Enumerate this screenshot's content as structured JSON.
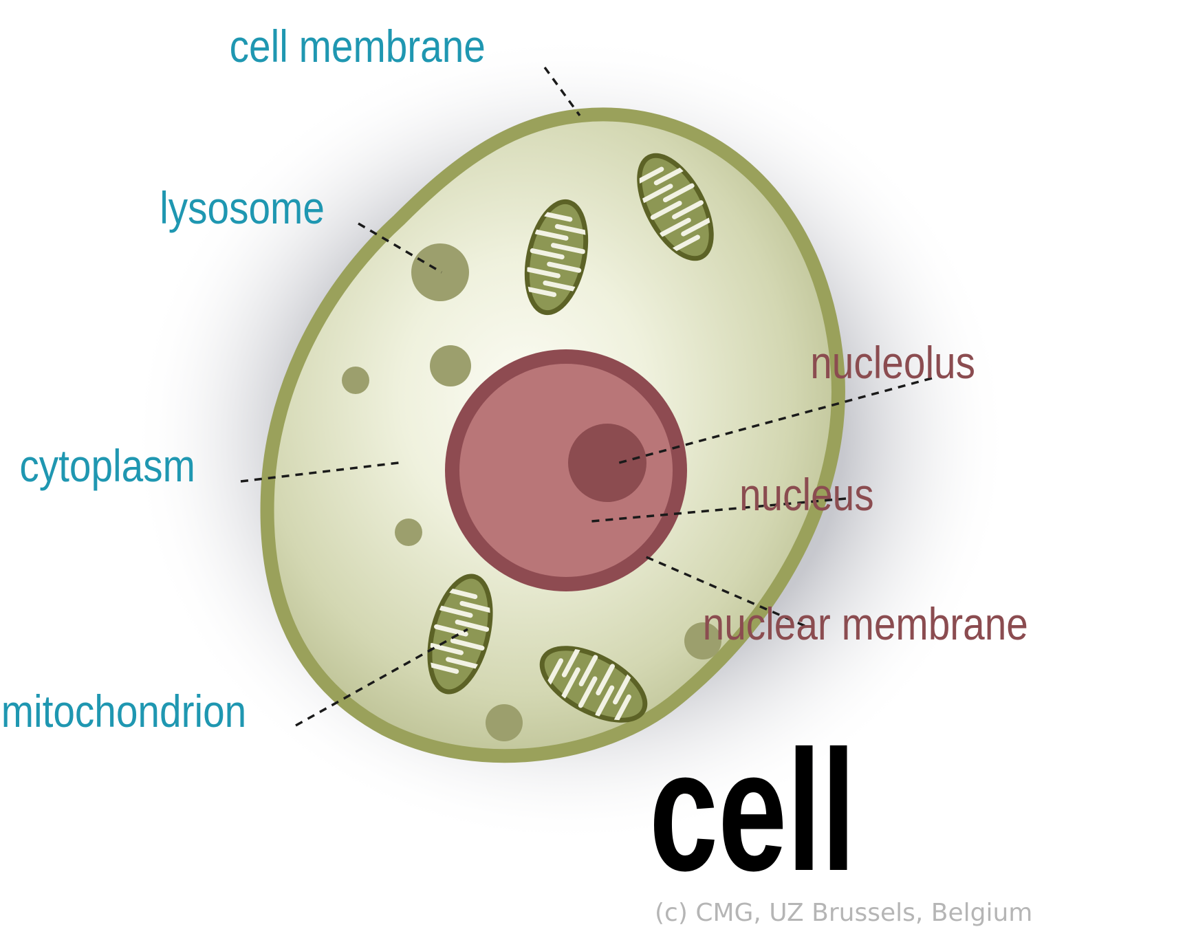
{
  "labels": {
    "cell_membrane": "cell membrane",
    "lysosome": "lysosome",
    "cytoplasm": "cytoplasm",
    "mitochondrion": "mitochondrion",
    "nucleolus": "nucleolus",
    "nucleus": "nucleus",
    "nuclear_membrane": "nuclear membrane"
  },
  "title": "cell",
  "credit": "(c) CMG, UZ Brussels, Belgium",
  "colors": {
    "cytoplasm_light": "#f7f8ee",
    "cytoplasm_dark": "#b9be8f",
    "cell_membrane": "#9aa15b",
    "mitochondrion_fill": "#8d9754",
    "mitochondrion_stroke": "#5c6226",
    "lysosome": "#9c9f6d",
    "nuclear_membrane": "#8e4b51",
    "nucleus": "#b97678",
    "nucleolus": "#8c4c50",
    "label_blue": "#1f97b1",
    "label_red": "#8b4c50"
  }
}
